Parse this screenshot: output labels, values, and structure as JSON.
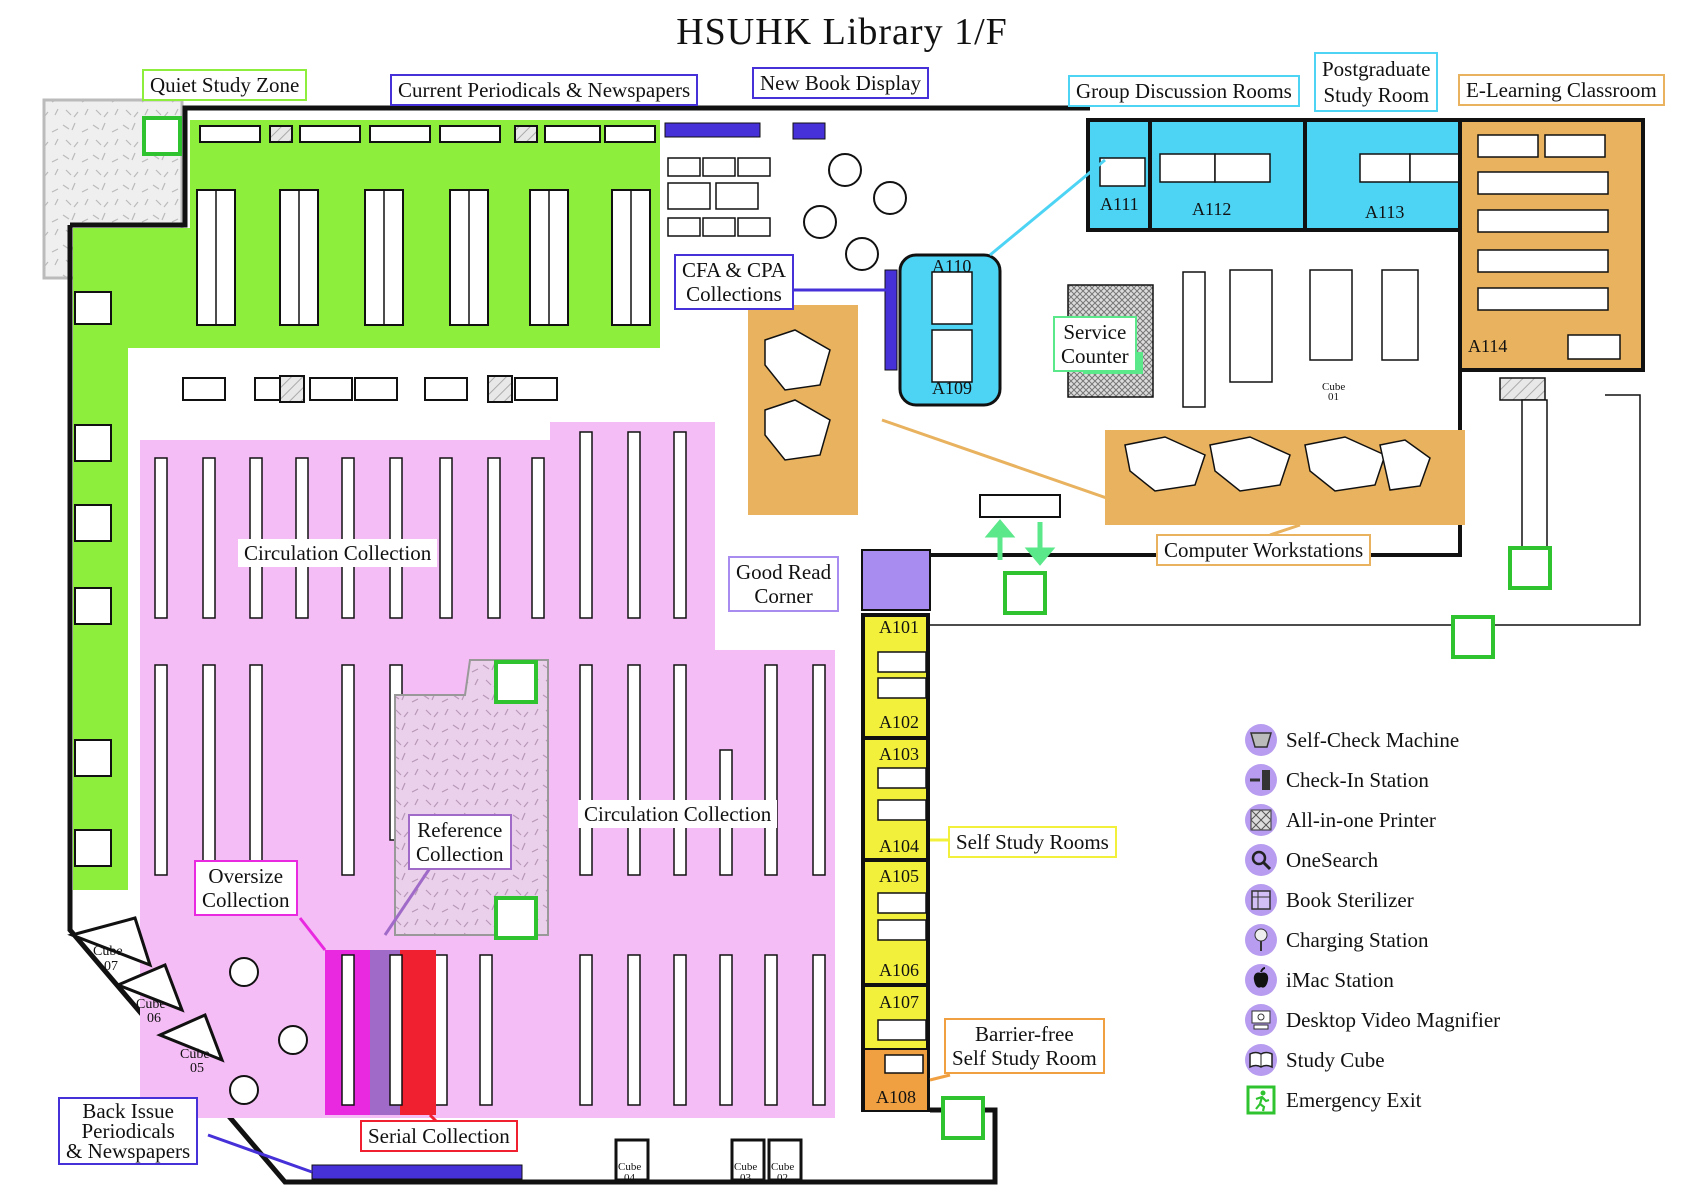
{
  "title": "HSUHK Library 1/F",
  "zones": {
    "quiet_study": "Quiet Study Zone",
    "current_periodicals": "Current Periodicals & Newspapers",
    "new_book_display": "New Book Display",
    "group_discussion": "Group Discussion Rooms",
    "postgraduate_line1": "Postgraduate",
    "postgraduate_line2": "Study Room",
    "elearning": "E-Learning Classroom",
    "cfa_line1": "CFA & CPA",
    "cfa_line2": "Collections",
    "service_line1": "Service",
    "service_line2": "Counter",
    "circulation_1": "Circulation Collection",
    "circulation_2": "Circulation Collection",
    "computer_workstations": "Computer Workstations",
    "good_read_line1": "Good Read",
    "good_read_line2": "Corner",
    "reference_line1": "Reference",
    "reference_line2": "Collection",
    "oversize_line1": "Oversize",
    "oversize_line2": "Collection",
    "self_study_rooms": "Self Study Rooms",
    "barrier_free_line1": "Barrier-free",
    "barrier_free_line2": "Self Study Room",
    "back_issue_line1": "Back Issue",
    "back_issue_line2": "Periodicals",
    "back_issue_line3": "& Newspapers",
    "serial": "Serial Collection"
  },
  "rooms": {
    "a101": "A101",
    "a102": "A102",
    "a103": "A103",
    "a104": "A104",
    "a105": "A105",
    "a106": "A106",
    "a107": "A107",
    "a108": "A108",
    "a109": "A109",
    "a110": "A110",
    "a111": "A111",
    "a112": "A112",
    "a113": "A113",
    "a114": "A114"
  },
  "cubes": {
    "cube_word": "Cube",
    "c01": "01",
    "c02": "02",
    "c03": "03",
    "c04": "04",
    "c05": "05",
    "c06": "06",
    "c07": "07"
  },
  "legend": [
    {
      "icon": "self-check-machine-icon",
      "label": "Self-Check Machine"
    },
    {
      "icon": "check-in-station-icon",
      "label": "Check-In Station"
    },
    {
      "icon": "all-in-one-printer-icon",
      "label": "All-in-one Printer"
    },
    {
      "icon": "onesearch-icon",
      "label": "OneSearch"
    },
    {
      "icon": "book-sterilizer-icon",
      "label": "Book Sterilizer"
    },
    {
      "icon": "charging-station-icon",
      "label": "Charging Station"
    },
    {
      "icon": "imac-station-icon",
      "label": "iMac Station"
    },
    {
      "icon": "desktop-video-magnifier-icon",
      "label": "Desktop Video Magnifier"
    },
    {
      "icon": "study-cube-icon",
      "label": "Study  Cube"
    },
    {
      "icon": "emergency-exit-icon",
      "label": "Emergency Exit"
    }
  ],
  "colors": {
    "quiet_green": "#8eee3c",
    "circulation_pink": "#f5bdf5",
    "discussion_blue": "#4dd4f5",
    "elearning_orange": "#e8b25f",
    "self_study_yellow": "#f2f03a",
    "good_read_purple": "#a98cf0",
    "serial_red": "#f02030",
    "oversize_magenta": "#e829e0",
    "exit_green": "#2fc42f",
    "periodicals_blue": "#4630d8",
    "icon_purple": "#b79cf0"
  }
}
